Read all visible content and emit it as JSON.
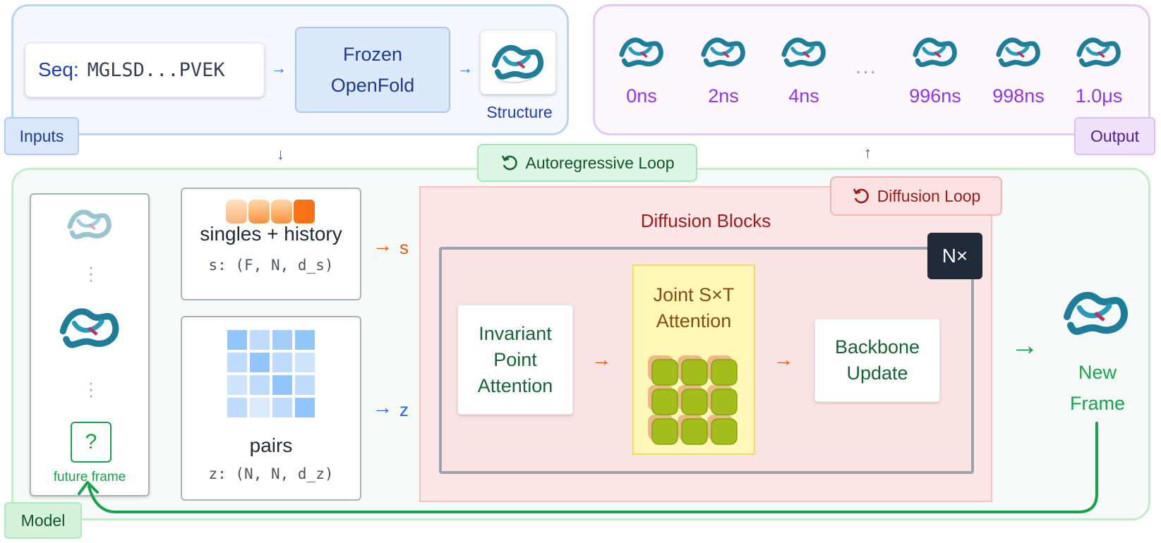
{
  "inputs": {
    "tag": "Inputs",
    "seq_label": "Seq:",
    "seq_value": "MGLSD...PVEK",
    "openfold_line1": "Frozen",
    "openfold_line2": "OpenFold",
    "structure_label": "Structure"
  },
  "output": {
    "tag": "Output",
    "frames": [
      "0ns",
      "2ns",
      "4ns",
      "996ns",
      "998ns",
      "1.0μs"
    ],
    "ellipsis": "..."
  },
  "model": {
    "tag": "Model",
    "autoregressive_loop": "Autoregressive Loop",
    "diffusion_loop": "Diffusion Loop",
    "future_frame_symbol": "?",
    "future_frame_label": "future frame",
    "singles_title": "singles + history",
    "singles_shape": "s: (F, N, d_s)",
    "singles_var": "s",
    "pairs_title": "pairs",
    "pairs_shape": "z: (N, N, d_z)",
    "pairs_var": "z",
    "diffusion_blocks_title": "Diffusion Blocks",
    "repeat_badge": "N×",
    "ipa_line1": "Invariant",
    "ipa_line2": "Point",
    "ipa_line3": "Attention",
    "joint_line1": "Joint S×T",
    "joint_line2": "Attention",
    "backbone_line1": "Backbone",
    "backbone_line2": "Update",
    "new_frame_line1": "New",
    "new_frame_line2": "Frame"
  },
  "colors": {
    "inputs_accent": "#1e40af",
    "output_accent": "#9333ea",
    "model_accent": "#16a34a",
    "singles_arrow": "#ea580c",
    "pairs_arrow": "#2563eb",
    "diffusion_accent": "#991b1b"
  },
  "icons": {
    "protein": "protein-structure-icon",
    "loop": "loop-arrow-icon"
  }
}
